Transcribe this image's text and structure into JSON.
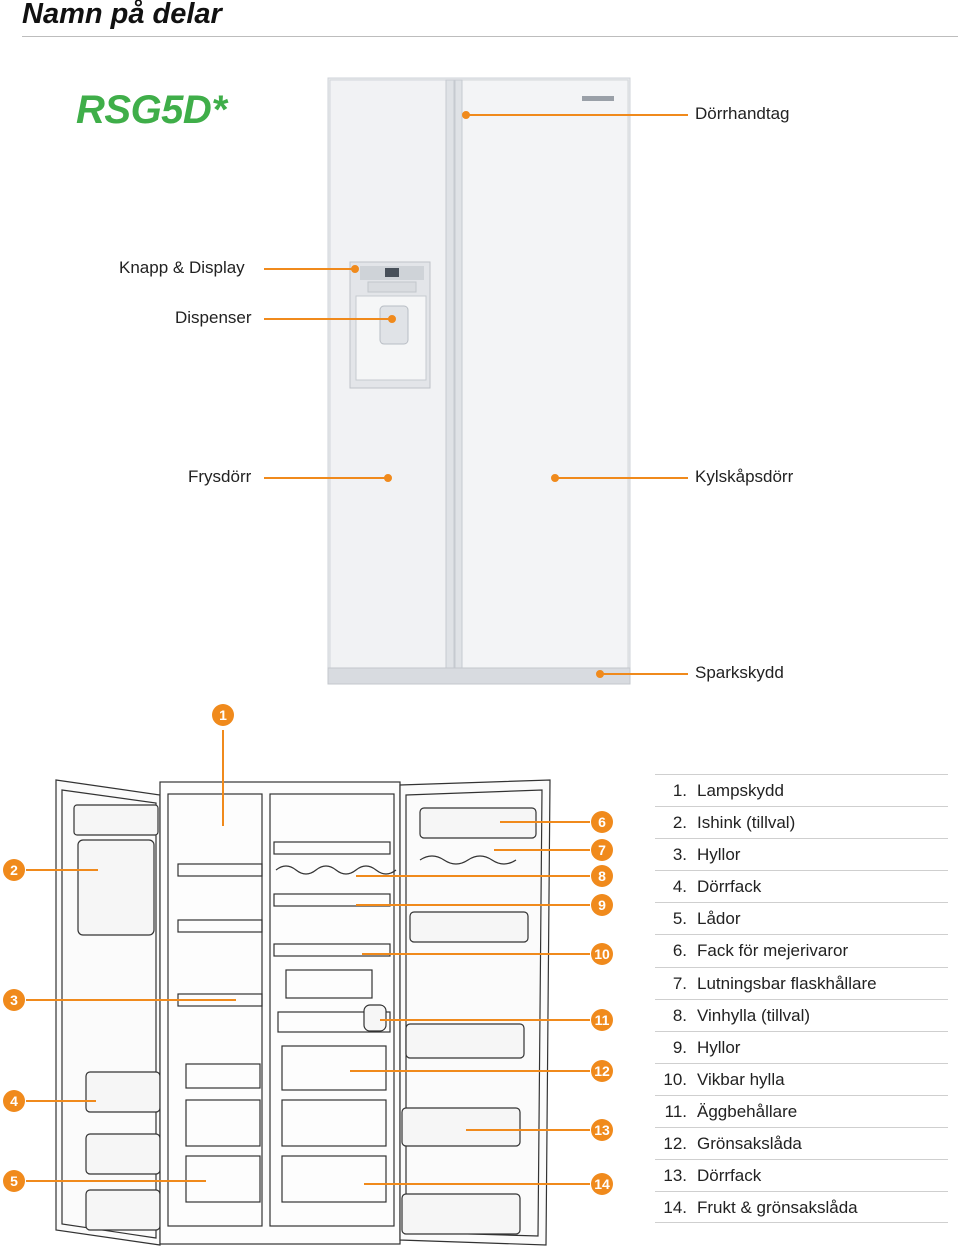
{
  "header": {
    "title": "Namn på delar"
  },
  "model": "RSG5D*",
  "exterior_callouts": {
    "door_handle": "Dörrhandtag",
    "button_display": "Knapp & Display",
    "dispenser": "Dispenser",
    "freezer_door": "Frysdörr",
    "fridge_door": "Kylskåpsdörr",
    "kick_plate": "Sparkskydd"
  },
  "badges": [
    "1",
    "2",
    "3",
    "4",
    "5",
    "6",
    "7",
    "8",
    "9",
    "10",
    "11",
    "12",
    "13",
    "14"
  ],
  "parts": [
    {
      "num": "1.",
      "label": "Lampskydd"
    },
    {
      "num": "2.",
      "label": "Ishink (tillval)"
    },
    {
      "num": "3.",
      "label": "Hyllor"
    },
    {
      "num": "4.",
      "label": "Dörrfack"
    },
    {
      "num": "5.",
      "label": "Lådor"
    },
    {
      "num": "6.",
      "label": "Fack för mejerivaror"
    },
    {
      "num": "7.",
      "label": "Lutningsbar flaskhållare"
    },
    {
      "num": "8.",
      "label": "Vinhylla (tillval)"
    },
    {
      "num": "9.",
      "label": "Hyllor"
    },
    {
      "num": "10.",
      "label": "Vikbar hylla"
    },
    {
      "num": "11.",
      "label": "Äggbehållare"
    },
    {
      "num": "12.",
      "label": "Grönsakslåda"
    },
    {
      "num": "13.",
      "label": "Dörrfack"
    },
    {
      "num": "14.",
      "label": "Frukt & grönsakslåda"
    }
  ],
  "colors": {
    "accent": "#f08a1c",
    "model": "#3fae49"
  }
}
